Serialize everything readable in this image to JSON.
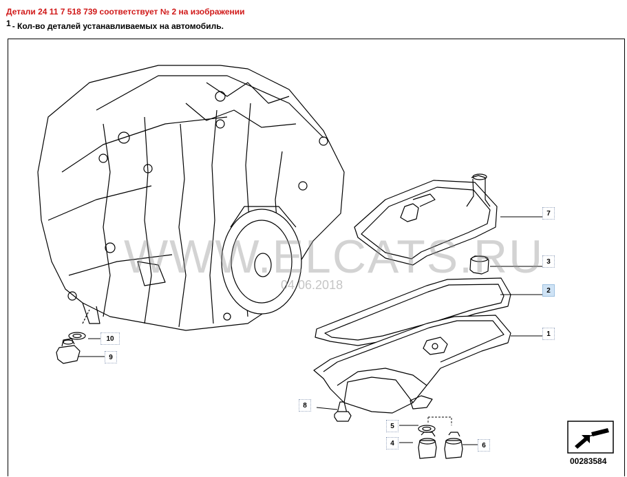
{
  "header": {
    "title": "Детали 24 11 7 518 739 соответствует № 2 на изображении",
    "note_number": "1",
    "note_text": "- Кол-во деталей устанавливаемых на автомобиль."
  },
  "watermark": {
    "text": "WWW.ELCATS.RU",
    "date": "04.06.2018"
  },
  "callouts": [
    {
      "label": "1"
    },
    {
      "label": "2"
    },
    {
      "label": "3"
    },
    {
      "label": "4"
    },
    {
      "label": "5"
    },
    {
      "label": "6"
    },
    {
      "label": "7"
    },
    {
      "label": "8"
    },
    {
      "label": "9"
    },
    {
      "label": "10"
    }
  ],
  "active_callout": "2",
  "diagram_number": "00283584",
  "colors": {
    "title": "#d01818",
    "active_callout": "#cfe3f5"
  },
  "icons": {
    "nav": "arrow-nav-icon"
  }
}
